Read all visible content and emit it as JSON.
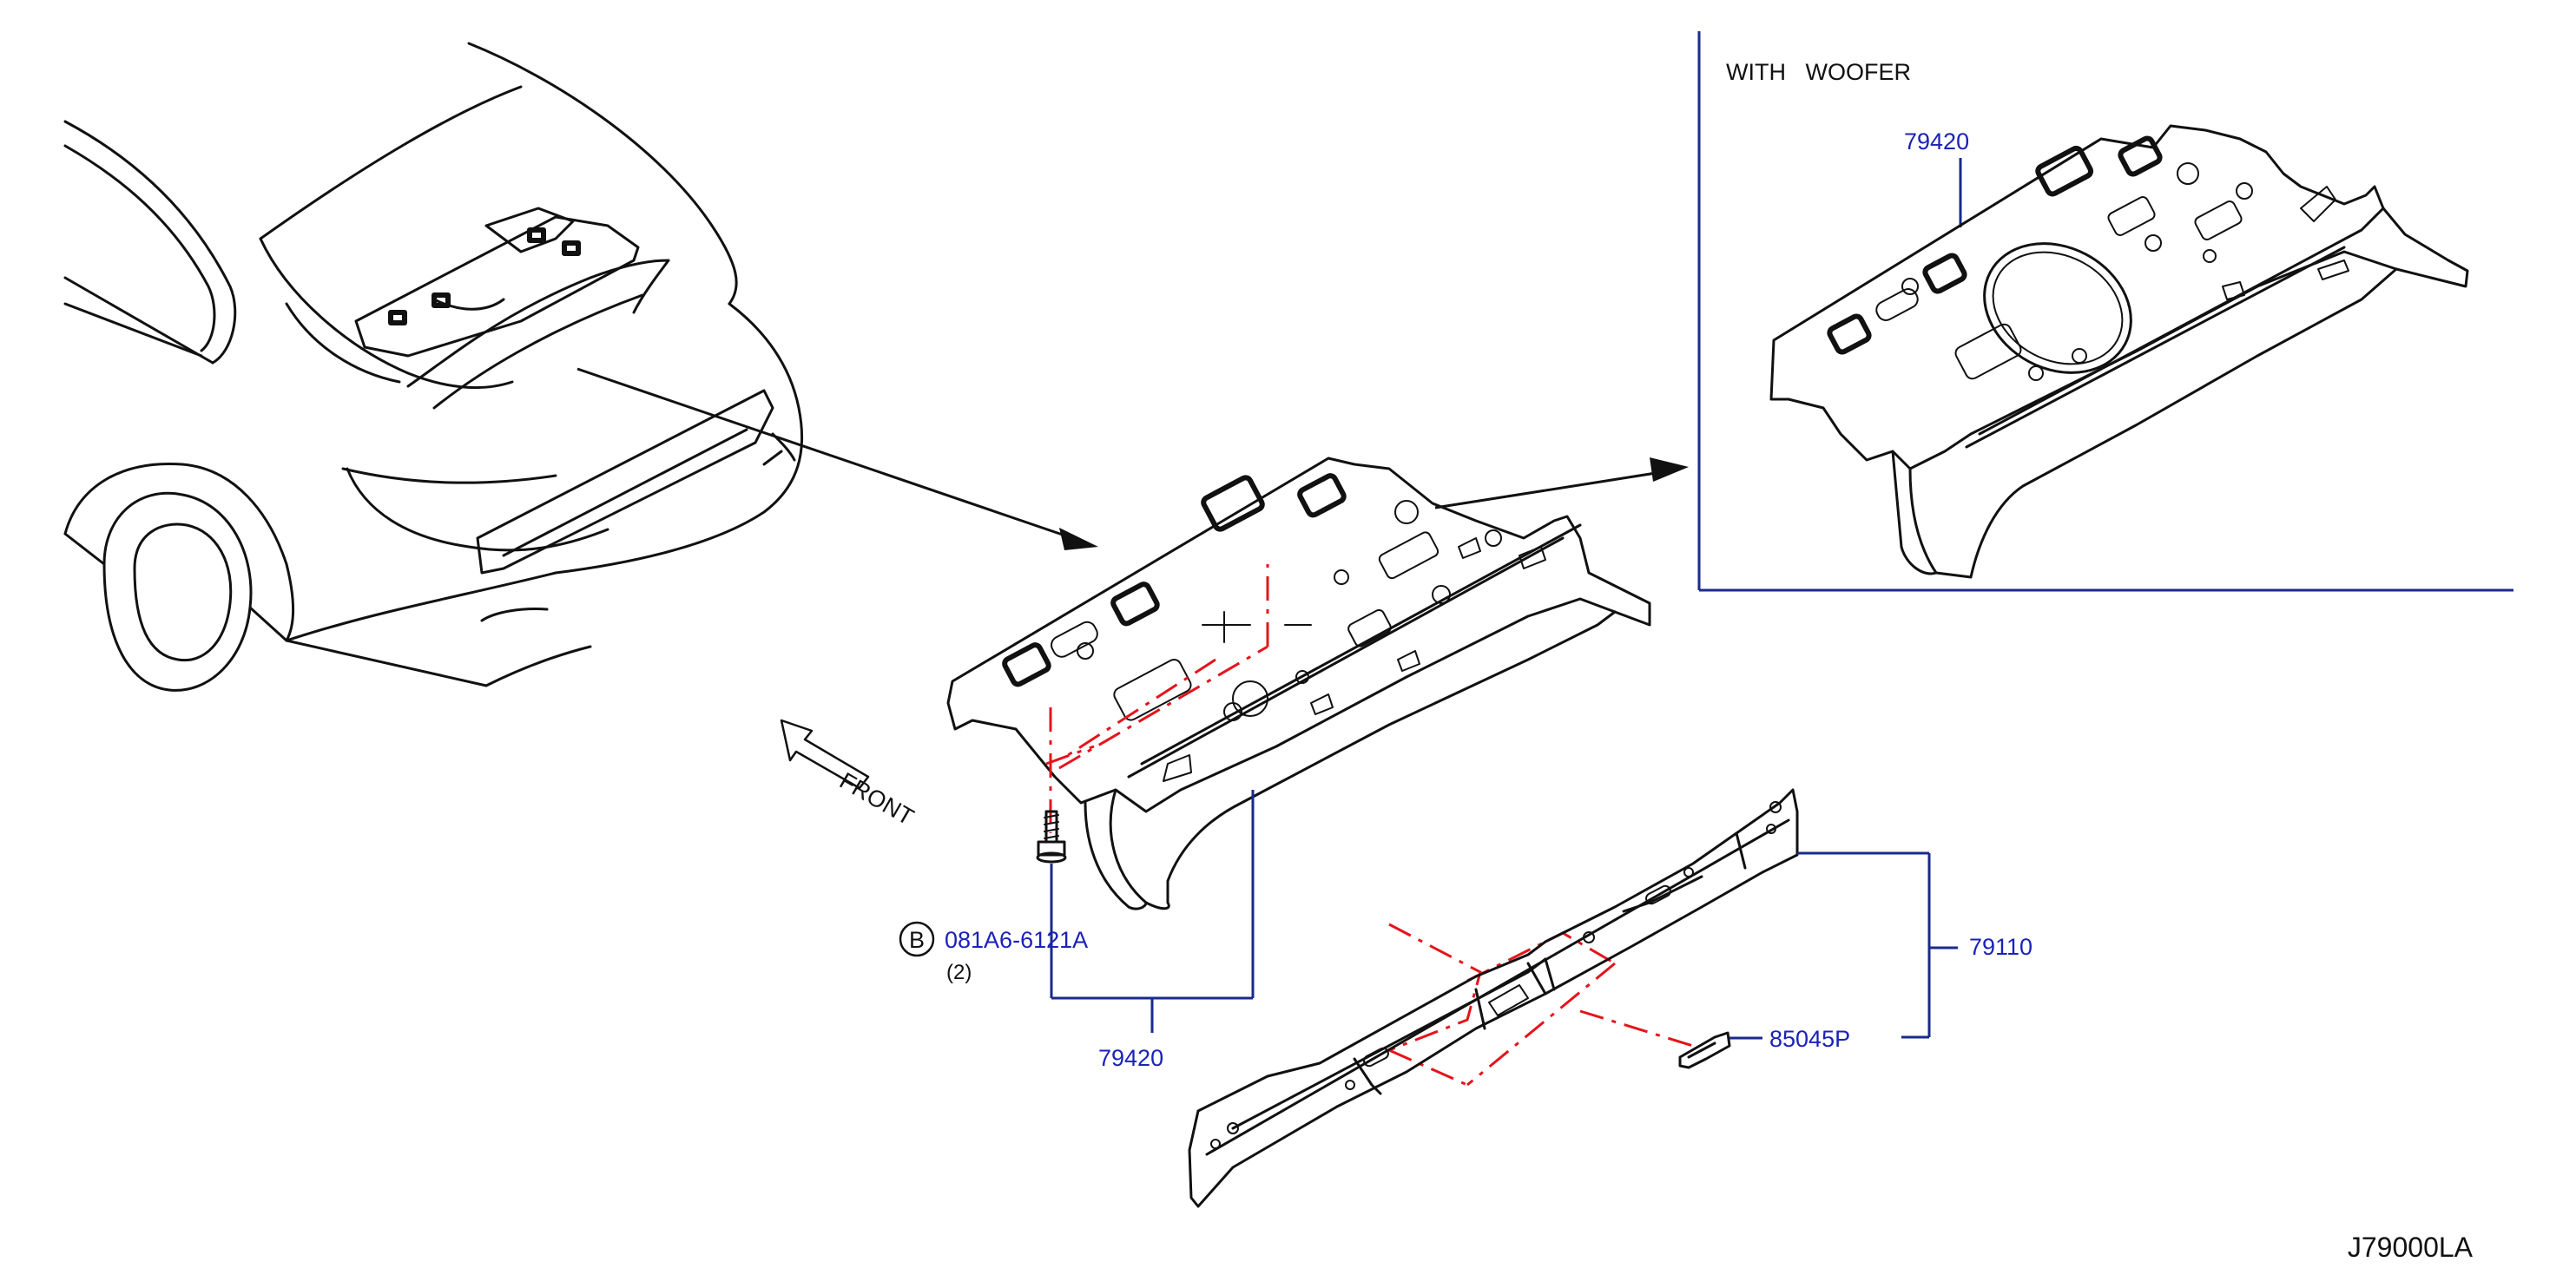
{
  "diagram": {
    "inset_title": "WITH   WOOFER",
    "front_label": "FRONT",
    "drawing_code": "J79000LA",
    "bolt_symbol": "B",
    "colors": {
      "part_number": "#1a22b8",
      "leader_line": "#1a2a8c",
      "centerline": "#e5141b",
      "drawing": "#111111"
    },
    "parts": {
      "inset_panel": {
        "number": "79420"
      },
      "bolt": {
        "number": "081A6-6121A",
        "quantity": "(2)"
      },
      "main_panel": {
        "number": "79420"
      },
      "rear_member": {
        "number": "79110"
      },
      "clip": {
        "number": "85045P"
      }
    }
  }
}
